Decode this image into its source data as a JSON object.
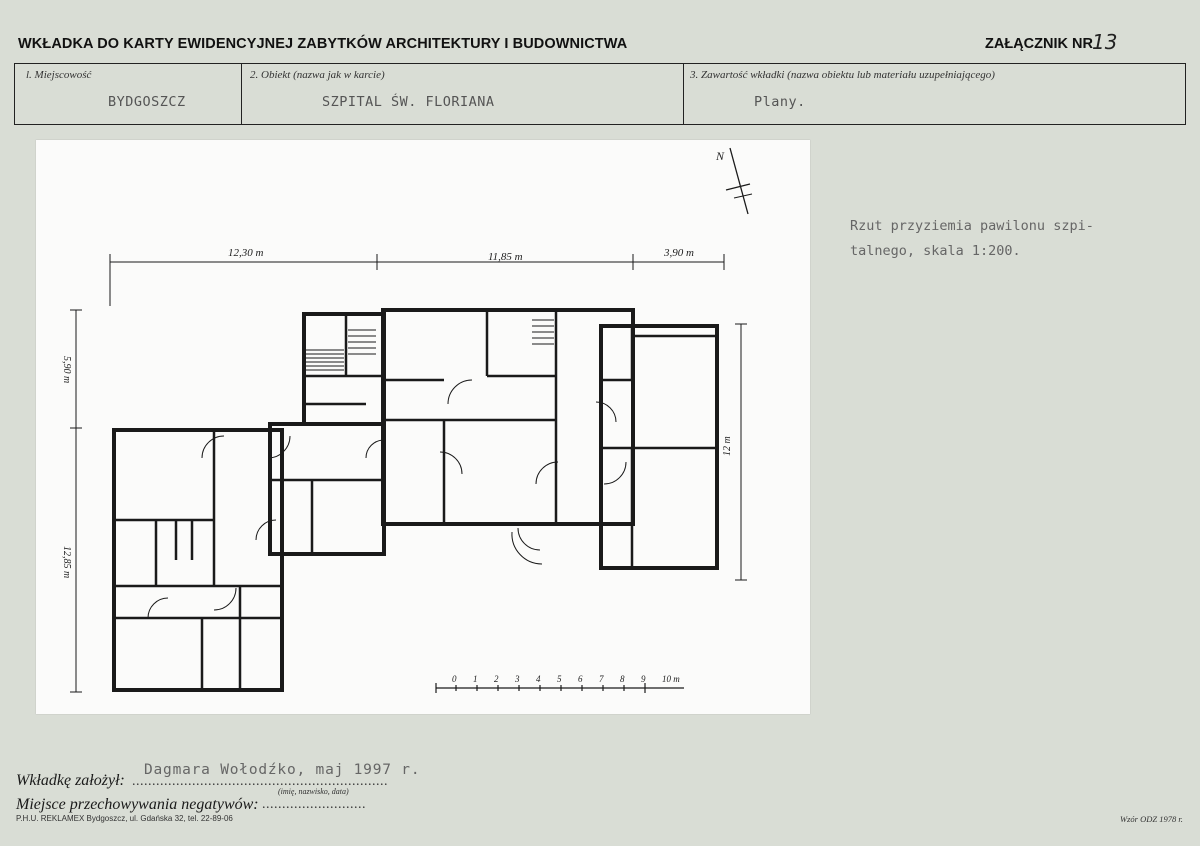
{
  "header": {
    "title": "WKŁADKA DO KARTY EWIDENCYJNEJ ZABYTKÓW ARCHITEKTURY I BUDOWNICTWA",
    "annex_label": "ZAŁĄCZNIK NR",
    "annex_number": "13"
  },
  "fields": {
    "location": {
      "label": "l. Miejscowość",
      "value": "BYDGOSZCZ"
    },
    "object": {
      "label": "2. Obiekt (nazwa jak w karcie)",
      "value": "SZPITAL ŚW. FLORIANA"
    },
    "contents": {
      "label": "3. Zawartość wkładki (nazwa obiektu lub materiału uzupełniającego)",
      "value": "Plany."
    }
  },
  "plan": {
    "north_label": "N",
    "dim_top_1": "12,30 m",
    "dim_top_2": "11,85 m",
    "dim_top_3": "3,90 m",
    "dim_left_1": "5,90 m",
    "dim_left_2": "12,85 m",
    "dim_right": "12 m",
    "scale_numbers": [
      "0",
      "1",
      "2",
      "3",
      "4",
      "5",
      "6",
      "7",
      "8",
      "9",
      "10 m"
    ]
  },
  "description": "Rzut przyziemia pawilonu szpi-\ntalnego, skala 1:200.",
  "footer": {
    "author_label": "Wkładkę założył:",
    "author_dots": "................................................................",
    "author_value": "Dagmara Wołodźko, maj 1997 r.",
    "author_hint": "(imię, nazwisko, data)",
    "negatives_label": "Miejsce przechowywania negatywów:",
    "negatives_dots": "..........................",
    "printer": "P.H.U. REKLAMEX Bydgoszcz, ul. Gdańska 32, tel. 22-89-06",
    "form_number": "Wzór ODZ 1978 r."
  }
}
